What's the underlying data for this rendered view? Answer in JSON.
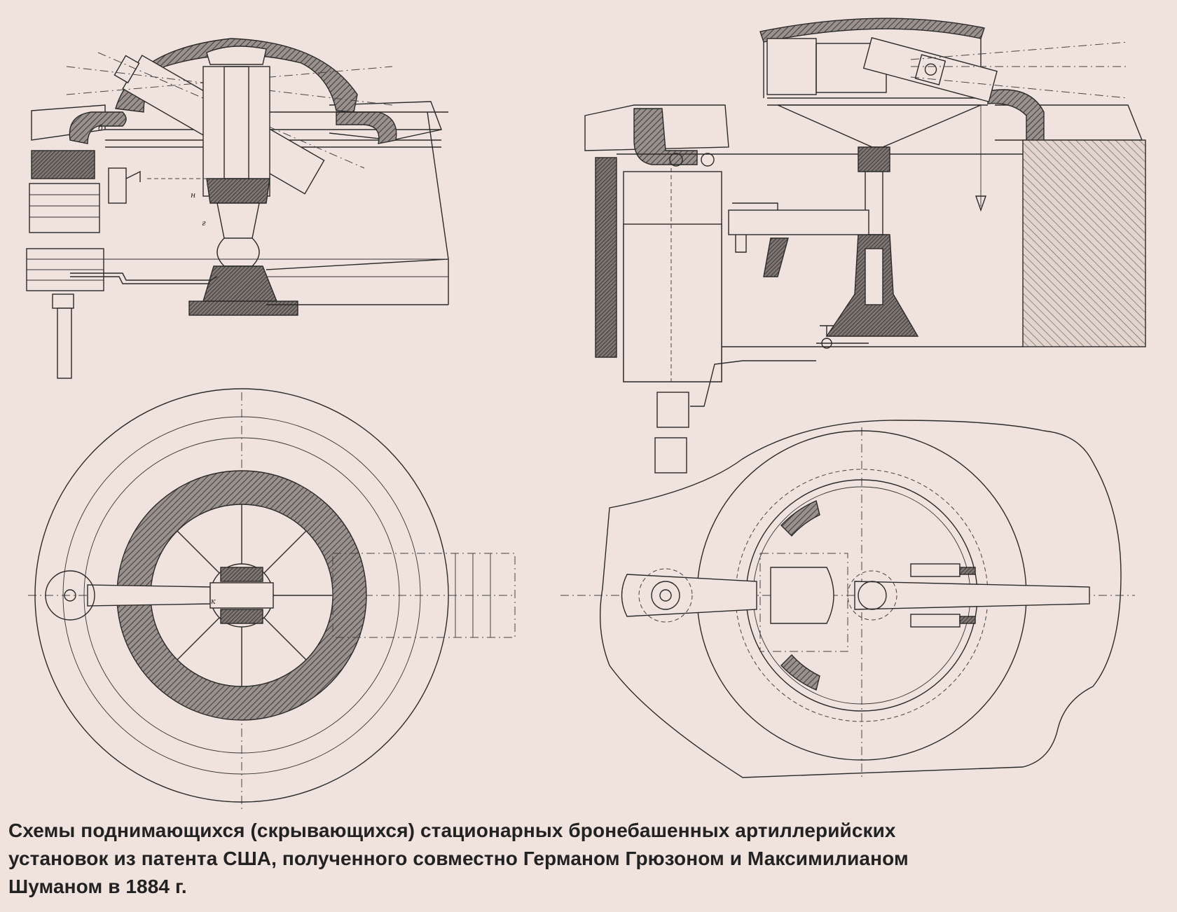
{
  "figure": {
    "labels": {
      "label_b": "б",
      "label_n": "н",
      "label_g": "г",
      "label_k": "к"
    }
  },
  "caption": {
    "line1": "Схемы поднимающихся (скрывающихся) стационарных бронебашенных артиллерийских",
    "line2": "установок из патента США, полученного совместно Германом Грюзоном и Максимилианом",
    "line3": "Шуманом в 1884 г."
  },
  "colors": {
    "background": "#f0e2dc",
    "ink": "#2a2a2a",
    "caption_text": "#222222"
  }
}
